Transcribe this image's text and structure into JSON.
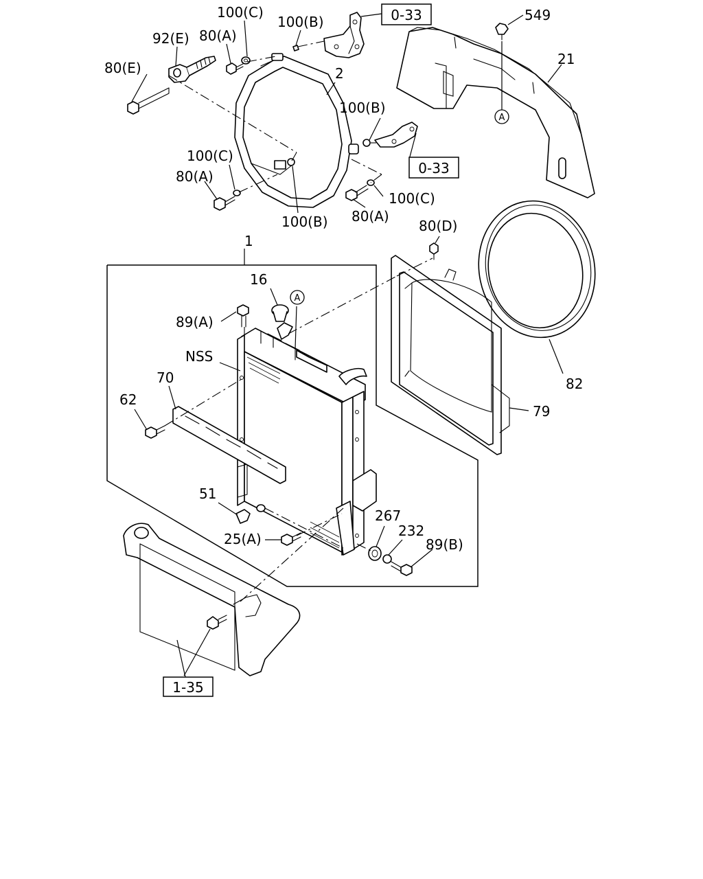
{
  "labels": {
    "l100c_top": "100(C)",
    "l100b_top": "100(B)",
    "l92e": "92(E)",
    "l80a_top": "80(A)",
    "l80e": "80(E)",
    "l2": "2",
    "l100b_right": "100(B)",
    "l100c_left": "100(C)",
    "l80a_left": "80(A)",
    "l100c_right": "100(C)",
    "l100b_bottom": "100(B)",
    "l80a_bottom": "80(A)",
    "l549": "549",
    "l21": "21",
    "l1": "1",
    "l80d": "80(D)",
    "l16": "16",
    "l89a": "89(A)",
    "lnss": "NSS",
    "l70": "70",
    "l62": "62",
    "l82": "82",
    "l79": "79",
    "l51": "51",
    "l25a": "25(A)",
    "l267": "267",
    "l232": "232",
    "l89b": "89(B)"
  },
  "refs": {
    "ref_0_33_top": "0-33",
    "ref_0_33_right": "0-33",
    "ref_1_35": "1-35"
  },
  "markers": {
    "marker_a_top": "A",
    "marker_a_mid": "A"
  }
}
